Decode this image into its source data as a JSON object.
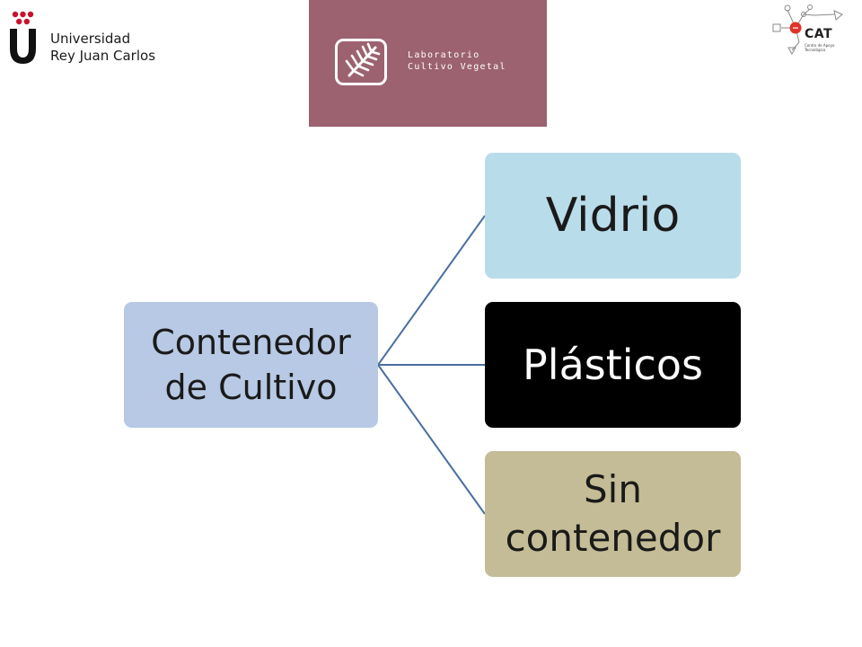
{
  "header": {
    "urjc_line1": "Universidad",
    "urjc_line2": "Rey Juan Carlos",
    "lab_line1": "Laboratorio",
    "lab_line2": "Cultivo Vegetal",
    "cat_title": "CAT",
    "cat_sub1": "Centro de Apoyo",
    "cat_sub2": "Tecnológico"
  },
  "diagram": {
    "root_line1": "Contenedor",
    "root_line2": "de Cultivo",
    "children": [
      {
        "line1": "Vidrio"
      },
      {
        "line1": "Plásticos"
      },
      {
        "line1": "Sin",
        "line2": "contenedor"
      }
    ]
  },
  "colors": {
    "root_fill": "#b7c9e4",
    "vidrio_fill": "#b9dcea",
    "plasticos_fill": "#000000",
    "sin_contenedor_fill": "#c4bc96",
    "connector": "#4a6fa0",
    "lab_banner": "#9c6270",
    "urjc_red": "#c8102e"
  }
}
